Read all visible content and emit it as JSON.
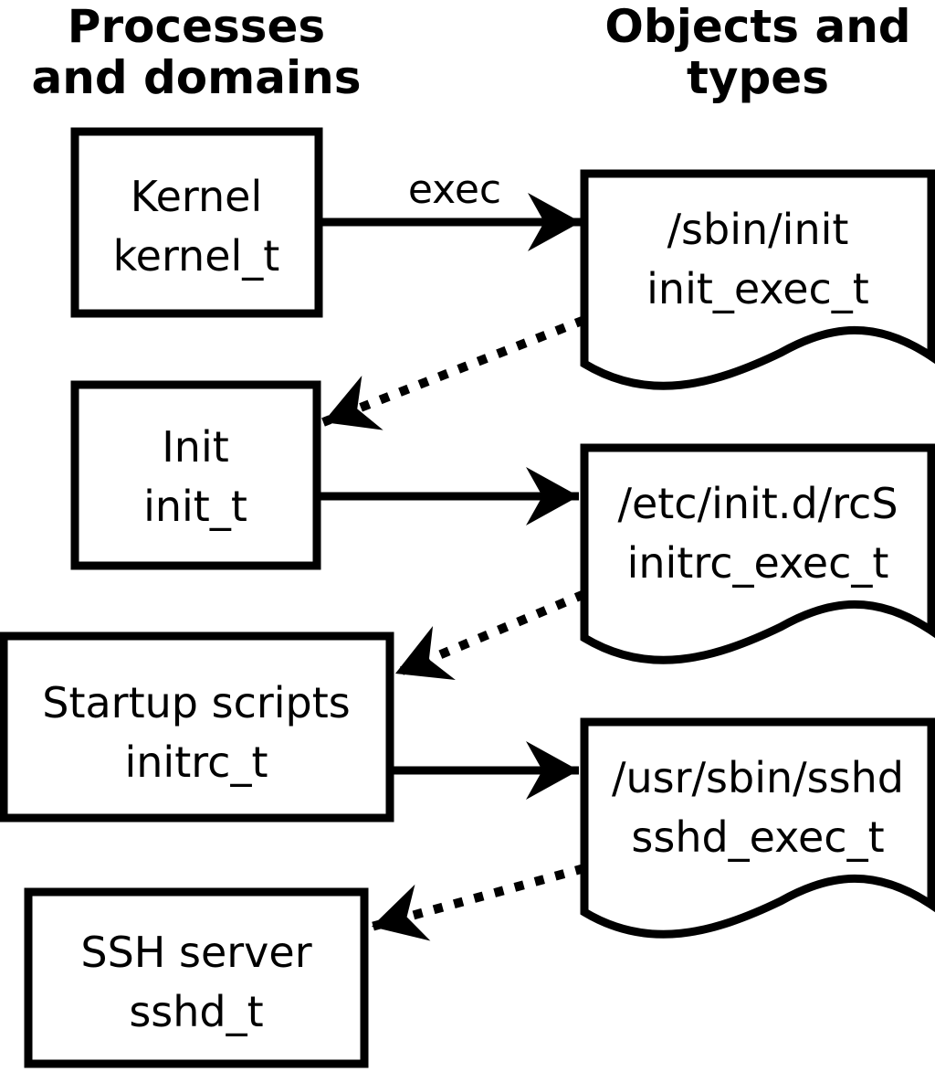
{
  "diagram": {
    "kind": "selinux-domain-transition-flow",
    "colors": {
      "stroke": "#000000",
      "background": "#ffffff",
      "text": "#000000"
    },
    "headers": {
      "left": {
        "line1": "Processes",
        "line2": "and domains"
      },
      "right": {
        "line1": "Objects and",
        "line2": "types"
      }
    },
    "processes": [
      {
        "name": "Kernel",
        "domain": "kernel_t"
      },
      {
        "name": "Init",
        "domain": "init_t"
      },
      {
        "name": "Startup scripts",
        "domain": "initrc_t"
      },
      {
        "name": "SSH server",
        "domain": "sshd_t"
      }
    ],
    "objects": [
      {
        "path": "/sbin/init",
        "type": "init_exec_t"
      },
      {
        "path": "/etc/init.d/rcS",
        "type": "initrc_exec_t"
      },
      {
        "path": "/usr/sbin/sshd",
        "type": "sshd_exec_t"
      }
    ],
    "edges": {
      "exec_label": "exec",
      "solid": [
        {
          "from": "Kernel (kernel_t)",
          "to": "/sbin/init (init_exec_t)",
          "label": "exec"
        },
        {
          "from": "Init (init_t)",
          "to": "/etc/init.d/rcS (initrc_exec_t)",
          "label": ""
        },
        {
          "from": "Startup scripts (initrc_t)",
          "to": "/usr/sbin/sshd (sshd_exec_t)",
          "label": ""
        }
      ],
      "dotted": [
        {
          "from": "/sbin/init (init_exec_t)",
          "to": "Init (init_t)"
        },
        {
          "from": "/etc/init.d/rcS (initrc_exec_t)",
          "to": "Startup scripts (initrc_t)"
        },
        {
          "from": "/usr/sbin/sshd (sshd_exec_t)",
          "to": "SSH server (sshd_t)"
        }
      ]
    }
  }
}
